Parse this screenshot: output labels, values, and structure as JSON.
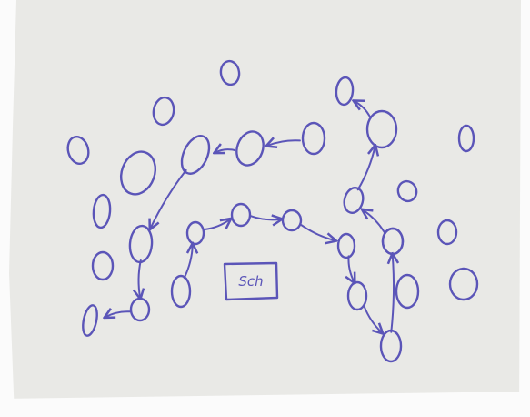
{
  "ink_color": "#5b55b8",
  "paper_color": "#e9e9e6",
  "edge_color": "#fbfbfb",
  "box": {
    "label": "Sch"
  },
  "nodes": [
    {
      "id": "n1"
    },
    {
      "id": "n2"
    },
    {
      "id": "n3"
    },
    {
      "id": "n4"
    },
    {
      "id": "n5"
    },
    {
      "id": "n6"
    },
    {
      "id": "n7"
    },
    {
      "id": "n8"
    },
    {
      "id": "n9"
    },
    {
      "id": "n10"
    },
    {
      "id": "n11"
    },
    {
      "id": "n12"
    },
    {
      "id": "n13"
    },
    {
      "id": "n14"
    },
    {
      "id": "n15"
    },
    {
      "id": "n16"
    },
    {
      "id": "n17"
    },
    {
      "id": "n18"
    },
    {
      "id": "n19"
    },
    {
      "id": "n20"
    },
    {
      "id": "n21"
    },
    {
      "id": "n22"
    },
    {
      "id": "n23"
    },
    {
      "id": "n24"
    },
    {
      "id": "n25"
    },
    {
      "id": "n26"
    },
    {
      "id": "n27"
    },
    {
      "id": "n28"
    },
    {
      "id": "n29"
    },
    {
      "id": "n30"
    }
  ],
  "edges": [
    {
      "from": "n8",
      "to": "n7"
    },
    {
      "from": "n7",
      "to": "n6"
    },
    {
      "from": "n6",
      "to": "n14"
    },
    {
      "from": "n14",
      "to": "n22"
    },
    {
      "from": "n22",
      "to": "n26"
    },
    {
      "from": "n24",
      "to": "n15"
    },
    {
      "from": "n15",
      "to": "n16"
    },
    {
      "from": "n16",
      "to": "n17"
    },
    {
      "from": "n17",
      "to": "n18"
    },
    {
      "from": "n18",
      "to": "n25"
    },
    {
      "from": "n25",
      "to": "n30"
    },
    {
      "from": "n30",
      "to": "n29"
    },
    {
      "from": "n29",
      "to": "n19"
    },
    {
      "from": "n19",
      "to": "n10"
    },
    {
      "from": "n10",
      "to": "n9"
    }
  ]
}
